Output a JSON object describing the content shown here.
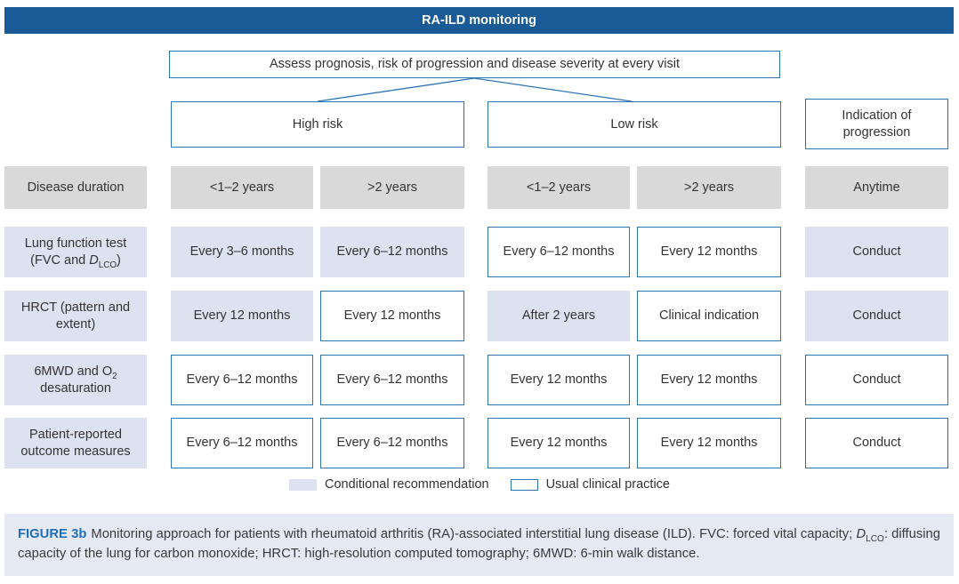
{
  "header": {
    "title": "RA-ILD monitoring"
  },
  "assess": {
    "text": "Assess prognosis, risk of progression and disease severity at every visit"
  },
  "branches": {
    "high": "High risk",
    "low": "Low risk",
    "indication": "Indication of progression"
  },
  "rows": [
    {
      "header": {
        "text": "Disease duration",
        "type": "gray"
      },
      "cells": [
        {
          "text": "<1–2 years",
          "type": "gray"
        },
        {
          "text": ">2 years",
          "type": "gray"
        },
        {
          "text": "<1–2 years",
          "type": "gray"
        },
        {
          "text": ">2 years",
          "type": "gray"
        },
        {
          "text": "Anytime",
          "type": "gray"
        }
      ]
    },
    {
      "header": {
        "line1": "Lung function test",
        "line2_pre": "(FVC and ",
        "line2_d": "D",
        "line2_sub": "LCO",
        "line2_post": ")",
        "type": "conditional"
      },
      "cells": [
        {
          "text": "Every 3–6 months",
          "type": "conditional"
        },
        {
          "text": "Every 6–12 months",
          "type": "conditional"
        },
        {
          "text": "Every 6–12 months",
          "type": "usual"
        },
        {
          "text": "Every 12 months",
          "type": "usual"
        },
        {
          "text": "Conduct",
          "type": "conditional"
        }
      ]
    },
    {
      "header": {
        "text": "HRCT (pattern and extent)",
        "type": "conditional"
      },
      "cells": [
        {
          "text": "Every 12 months",
          "type": "conditional"
        },
        {
          "text": "Every 12 months",
          "type": "usual"
        },
        {
          "text": "After 2 years",
          "type": "conditional"
        },
        {
          "text": "Clinical indication",
          "type": "usual"
        },
        {
          "text": "Conduct",
          "type": "conditional"
        }
      ]
    },
    {
      "header": {
        "pre": "6MWD and O",
        "sub": "2",
        "post": " desaturation",
        "type": "conditional"
      },
      "cells": [
        {
          "text": "Every 6–12 months",
          "type": "usual"
        },
        {
          "text": "Every 6–12 months",
          "type": "usual"
        },
        {
          "text": "Every 12 months",
          "type": "usual"
        },
        {
          "text": "Every 12 months",
          "type": "usual"
        },
        {
          "text": "Conduct",
          "type": "usual"
        }
      ]
    },
    {
      "header": {
        "text": "Patient-reported outcome measures",
        "type": "conditional"
      },
      "cells": [
        {
          "text": "Every 6–12 months",
          "type": "usual"
        },
        {
          "text": "Every 6–12 months",
          "type": "usual"
        },
        {
          "text": "Every 12 months",
          "type": "usual"
        },
        {
          "text": "Every 12 months",
          "type": "usual"
        },
        {
          "text": "Conduct",
          "type": "usual"
        }
      ]
    }
  ],
  "legend": {
    "conditional_label": "Conditional recommendation",
    "usual_label": "Usual clinical practice"
  },
  "caption": {
    "label": "FIGURE 3b",
    "body_1": "Monitoring approach for patients with rheumatoid arthritis (RA)-associated interstitial lung disease (ILD). FVC: forced vital capacity; ",
    "d_italic": "D",
    "d_sub": "LCO",
    "body_2": ": diffusing capacity of the lung for carbon monoxide; HRCT: high-resolution computed tomography; 6MWD: 6-min walk distance."
  },
  "colors": {
    "header_bar": "#1a5a96",
    "box_border": "#2e75b6",
    "conditional_fill": "#dde2f0",
    "duration_fill": "#d9d9d9",
    "caption_bg": "#e5e9f4",
    "caption_label": "#1f70b8",
    "text": "#333333"
  }
}
